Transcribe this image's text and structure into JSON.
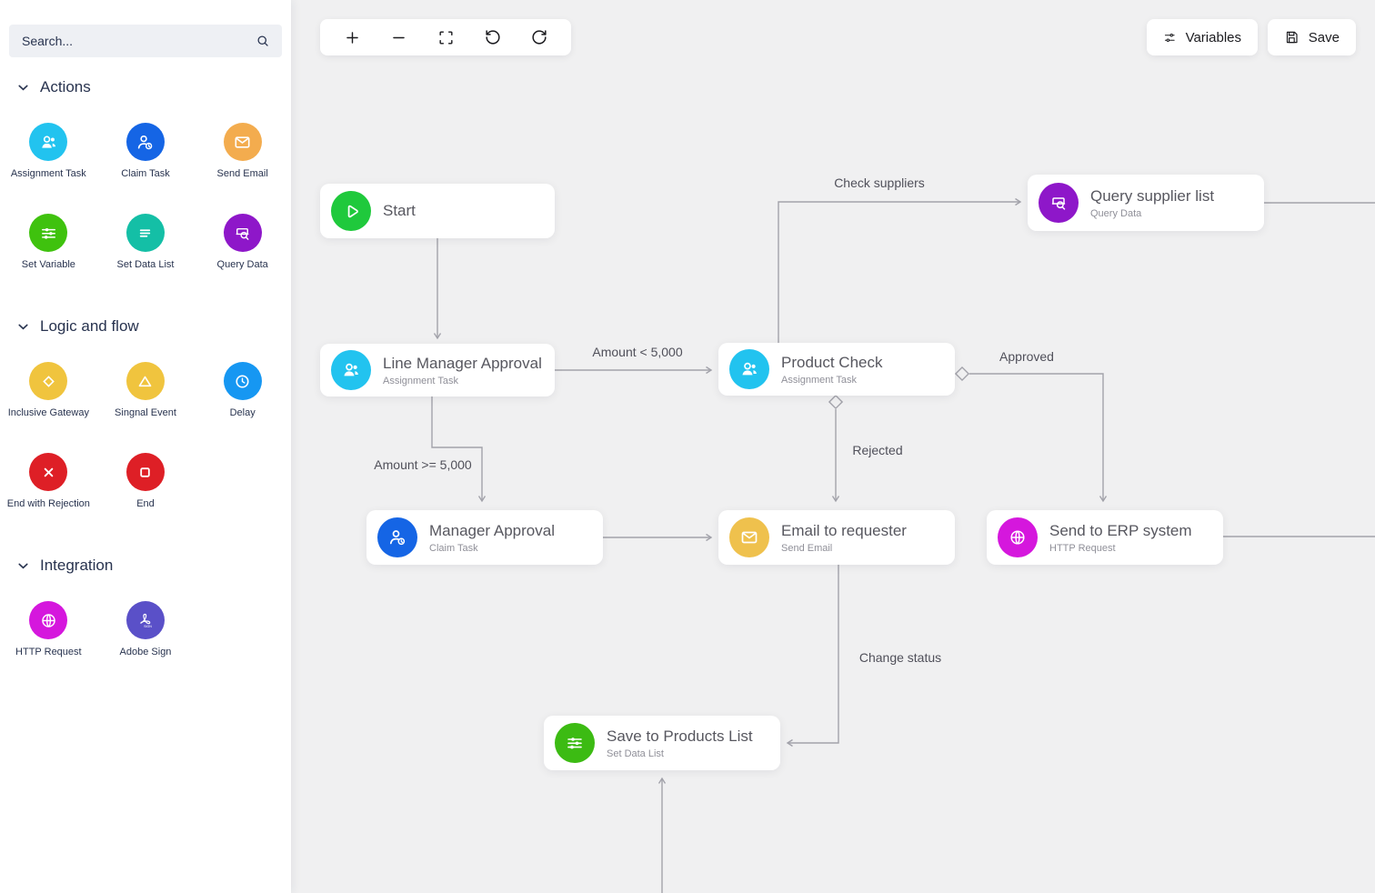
{
  "app": {
    "canvas_background": "#F0F0F1",
    "sidebar_background": "#FFFFFF",
    "edge_color": "#A2A2AA",
    "text_navy": "#28334F"
  },
  "sidebar": {
    "search": {
      "placeholder": "Search...",
      "icon": "search-icon"
    },
    "sections": [
      {
        "title": "Actions",
        "items": [
          {
            "label": "Assignment Task",
            "icon": "assignment-task-icon",
            "color": "#22C3EF"
          },
          {
            "label": "Claim Task",
            "icon": "claim-task-icon",
            "color": "#1565E5"
          },
          {
            "label": "Send Email",
            "icon": "send-email-icon",
            "color": "#F3AC4E"
          },
          {
            "label": "Set Variable",
            "icon": "set-variable-icon",
            "color": "#3FC20E"
          },
          {
            "label": "Set Data List",
            "icon": "set-data-list-icon",
            "color": "#14BFA6"
          },
          {
            "label": "Query Data",
            "icon": "query-data-icon",
            "color": "#8E17C9"
          }
        ]
      },
      {
        "title": "Logic and flow",
        "items": [
          {
            "label": "Inclusive Gateway",
            "icon": "inclusive-gateway-icon",
            "color": "#F0C43E"
          },
          {
            "label": "Singnal Event",
            "icon": "signal-event-icon",
            "color": "#F0C43E"
          },
          {
            "label": "Delay",
            "icon": "delay-icon",
            "color": "#1697F2"
          },
          {
            "label": "End with Rejection",
            "icon": "end-with-rejection-icon",
            "color": "#DE1F26"
          },
          {
            "label": "End",
            "icon": "end-icon",
            "color": "#DE1F26"
          }
        ]
      },
      {
        "title": "Integration",
        "items": [
          {
            "label": "HTTP Request",
            "icon": "http-request-icon",
            "color": "#D517DD"
          },
          {
            "label": "Adobe Sign",
            "icon": "adobe-sign-icon",
            "color": "#5A50C8"
          }
        ]
      }
    ]
  },
  "toolbar": {
    "icons": [
      "zoom-in",
      "zoom-out",
      "fit-view",
      "undo",
      "redo"
    ]
  },
  "header": {
    "variables_label": "Variables",
    "save_label": "Save"
  },
  "canvas": {
    "nodes": [
      {
        "title": "Start",
        "subtitle": "",
        "color": "#1FC93C",
        "icon": "play-icon"
      },
      {
        "title": "Query supplier list",
        "subtitle": "Query Data",
        "color": "#8E17C9",
        "icon": "query-data-icon"
      },
      {
        "title": "Line Manager Approval",
        "subtitle": "Assignment Task",
        "color": "#22C3EF",
        "icon": "assignment-task-icon"
      },
      {
        "title": "Product Check",
        "subtitle": "Assignment Task",
        "color": "#22C3EF",
        "icon": "assignment-task-icon"
      },
      {
        "title": "Manager Approval",
        "subtitle": "Claim Task",
        "color": "#1565E5",
        "icon": "claim-task-icon"
      },
      {
        "title": "Email to requester",
        "subtitle": "Send Email",
        "color": "#EFC14D",
        "icon": "send-email-icon"
      },
      {
        "title": "Send to ERP system",
        "subtitle": "HTTP Request",
        "color": "#D517DD",
        "icon": "http-request-icon"
      },
      {
        "title": "Save to Products List",
        "subtitle": "Set Data List",
        "color": "#3CBB13",
        "icon": "sliders-icon"
      }
    ],
    "edge_labels": [
      "Check suppliers",
      "Amount < 5,000",
      "Approved",
      "Amount >= 5,000",
      "Rejected",
      "Change status"
    ]
  }
}
